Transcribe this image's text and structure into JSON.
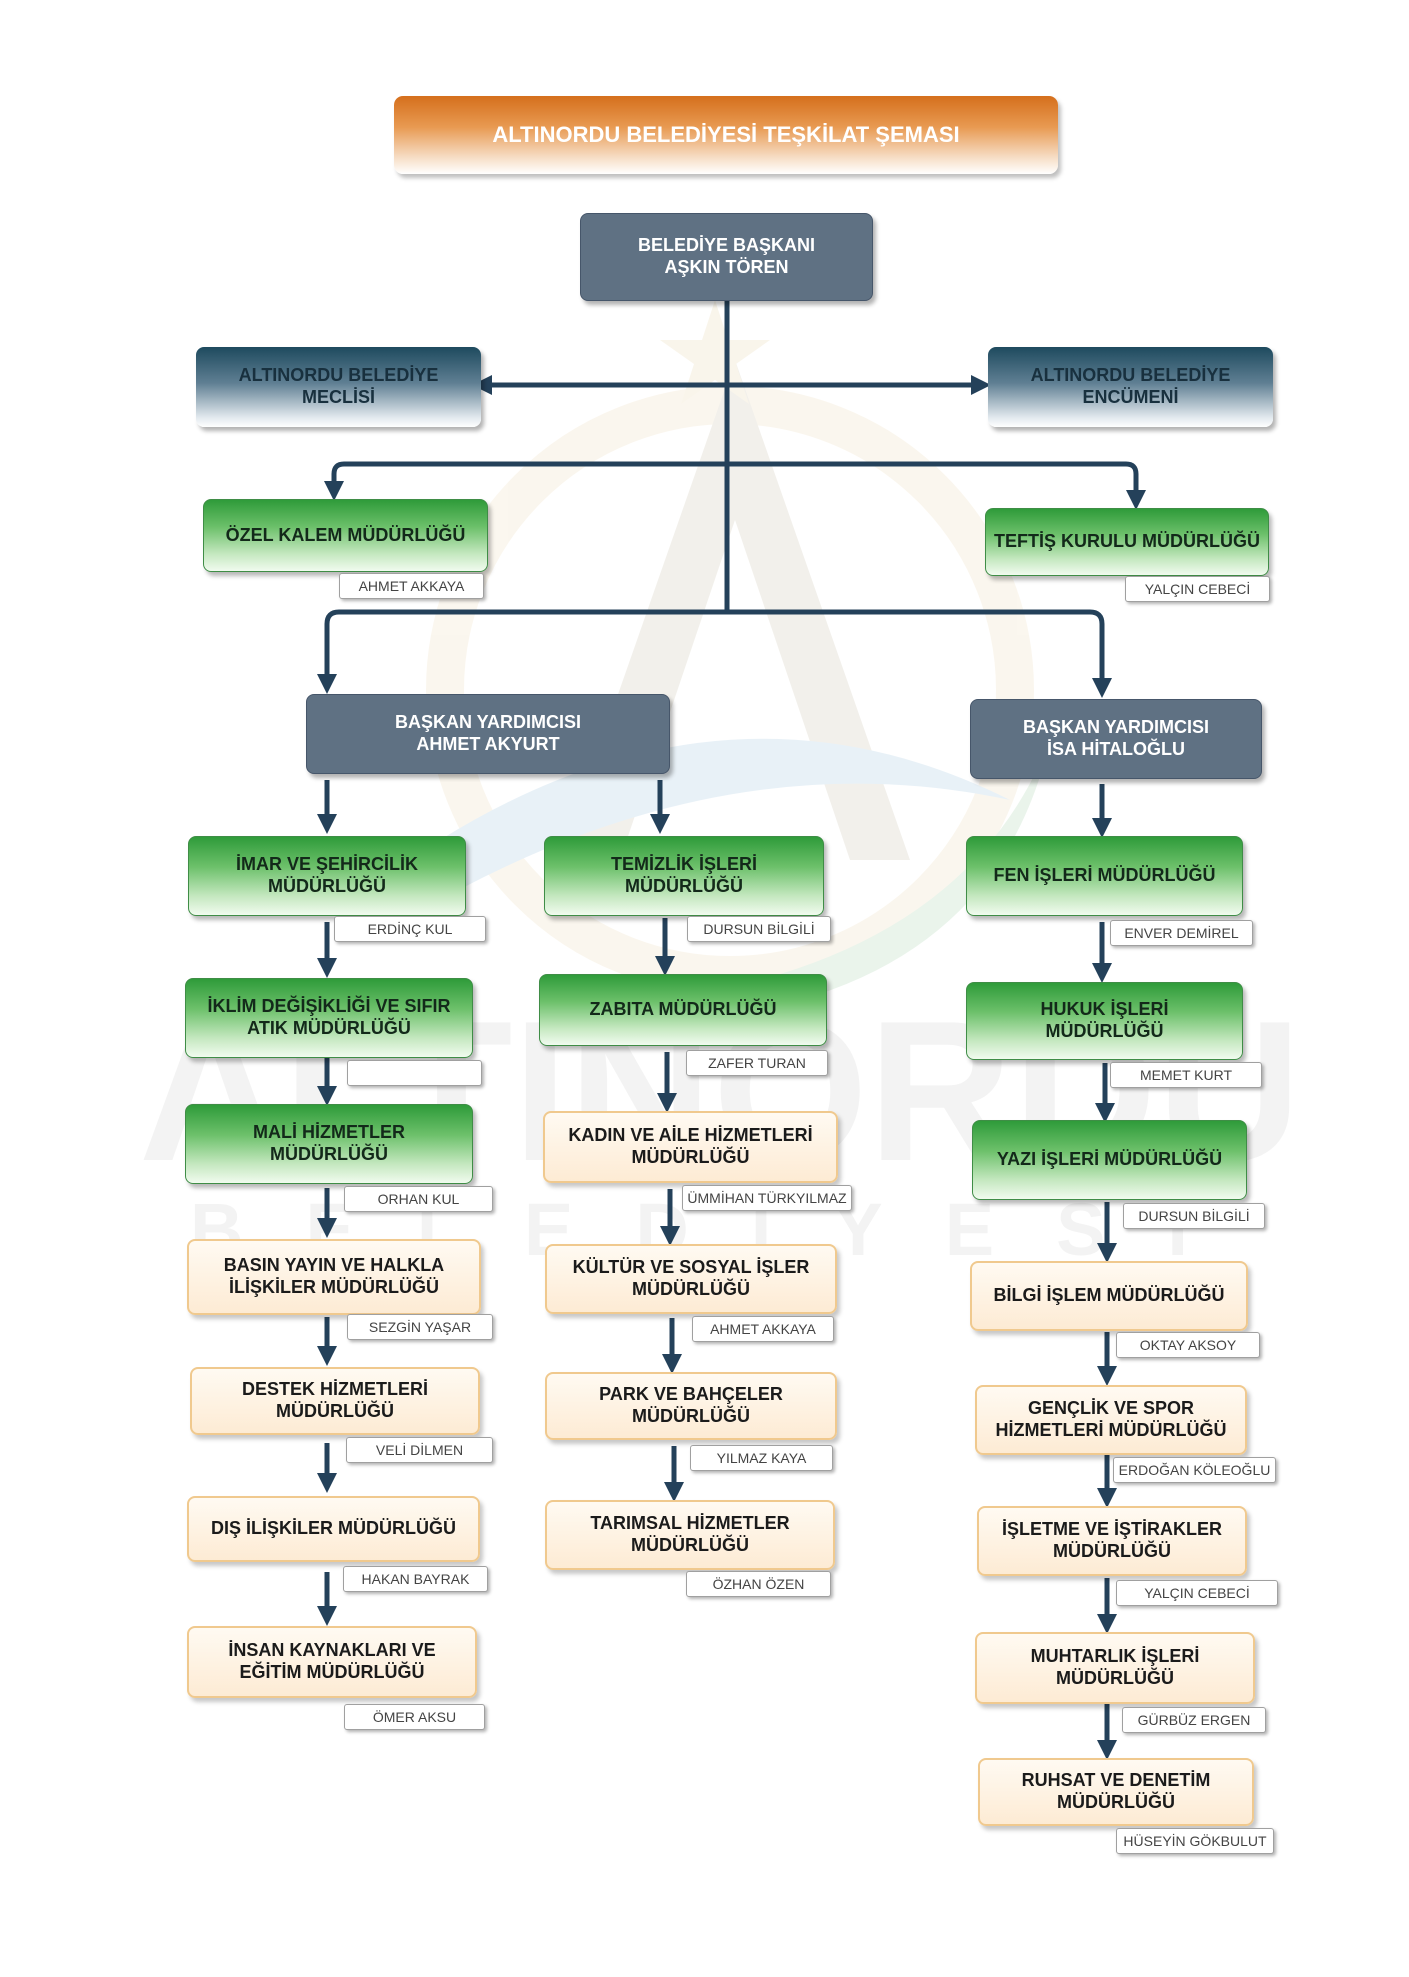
{
  "title": "ALTINORDU BELEDİYESİ TEŞKİLAT ŞEMASI",
  "watermark": {
    "text_main": "ALTINORDU",
    "text_sub": "BELEDİYESİ"
  },
  "colors": {
    "title": "#d56f1c",
    "slate": "#5f7183",
    "green": "#2f9b3a",
    "cream": "#fdebd4",
    "connector": "#24415a"
  },
  "mayor": {
    "title": "BELEDİYE BAŞKANI",
    "name": "AŞKIN TÖREN"
  },
  "council": "ALTINORDU BELEDİYE\nMECLİSİ",
  "committee": "ALTINORDU BELEDİYE\nENCÜMENİ",
  "private_office": {
    "label": "ÖZEL KALEM MÜDÜRLÜĞÜ",
    "person": "AHMET AKKAYA"
  },
  "inspection": {
    "label": "TEFTİŞ KURULU MÜDÜRLÜĞÜ",
    "person": "YALÇIN CEBECİ"
  },
  "deputy_left": {
    "title": "BAŞKAN YARDIMCISI",
    "name": "AHMET AKYURT"
  },
  "deputy_right": {
    "title": "BAŞKAN YARDIMCISI",
    "name": "İSA HİTALOĞLU"
  },
  "col1": [
    {
      "label": "İMAR VE ŞEHİRCİLİK\nMÜDÜRLÜĞÜ",
      "person": "ERDİNÇ KUL"
    },
    {
      "label": "İKLİM DEĞİŞİKLİĞİ VE SIFIR\nATIK MÜDÜRLÜĞÜ",
      "person": ""
    },
    {
      "label": "MALİ HİZMETLER\nMÜDÜRLÜĞÜ",
      "person": "ORHAN KUL"
    },
    {
      "label": "BASIN YAYIN VE HALKLA\nİLİŞKİLER MÜDÜRLÜĞÜ",
      "person": "SEZGİN YAŞAR"
    },
    {
      "label": "DESTEK HİZMETLERİ\nMÜDÜRLÜĞÜ",
      "person": "VELİ DİLMEN"
    },
    {
      "label": "DIŞ İLİŞKİLER MÜDÜRLÜĞÜ",
      "person": "HAKAN BAYRAK"
    },
    {
      "label": "İNSAN KAYNAKLARI VE\nEĞİTİM MÜDÜRLÜĞÜ",
      "person": "ÖMER AKSU"
    }
  ],
  "col2": [
    {
      "label": "TEMİZLİK İŞLERİ\nMÜDÜRLÜĞÜ",
      "person": "DURSUN BİLGİLİ"
    },
    {
      "label": "ZABITA MÜDÜRLÜĞÜ",
      "person": "ZAFER TURAN"
    },
    {
      "label": "KADIN VE AİLE HİZMETLERİ\nMÜDÜRLÜĞÜ",
      "person": "ÜMMİHAN TÜRKYILMAZ"
    },
    {
      "label": "KÜLTÜR VE SOSYAL İŞLER\nMÜDÜRLÜĞÜ",
      "person": "AHMET AKKAYA"
    },
    {
      "label": "PARK VE BAHÇELER\nMÜDÜRLÜĞÜ",
      "person": "YILMAZ KAYA"
    },
    {
      "label": "TARIMSAL HİZMETLER\nMÜDÜRLÜĞÜ",
      "person": "ÖZHAN ÖZEN"
    }
  ],
  "col3": [
    {
      "label": "FEN İŞLERİ MÜDÜRLÜĞÜ",
      "person": "ENVER DEMİREL"
    },
    {
      "label": "HUKUK İŞLERİ\nMÜDÜRLÜĞÜ",
      "person": "MEMET KURT"
    },
    {
      "label": "YAZI İŞLERİ MÜDÜRLÜĞÜ",
      "person": "DURSUN BİLGİLİ"
    },
    {
      "label": "BİLGİ İŞLEM MÜDÜRLÜĞÜ",
      "person": "OKTAY AKSOY"
    },
    {
      "label": "GENÇLİK VE SPOR\nHİZMETLERİ MÜDÜRLÜĞÜ",
      "person": "ERDOĞAN KÖLEOĞLU"
    },
    {
      "label": "İŞLETME VE İŞTİRAKLER\nMÜDÜRLÜĞÜ",
      "person": "YALÇIN CEBECİ"
    },
    {
      "label": "MUHTARLIK İŞLERİ\nMÜDÜRLÜĞÜ",
      "person": "GÜRBÜZ ERGEN"
    },
    {
      "label": "RUHSAT VE DENETİM\nMÜDÜRLÜĞÜ",
      "person": "HÜSEYİN GÖKBULUT"
    }
  ]
}
